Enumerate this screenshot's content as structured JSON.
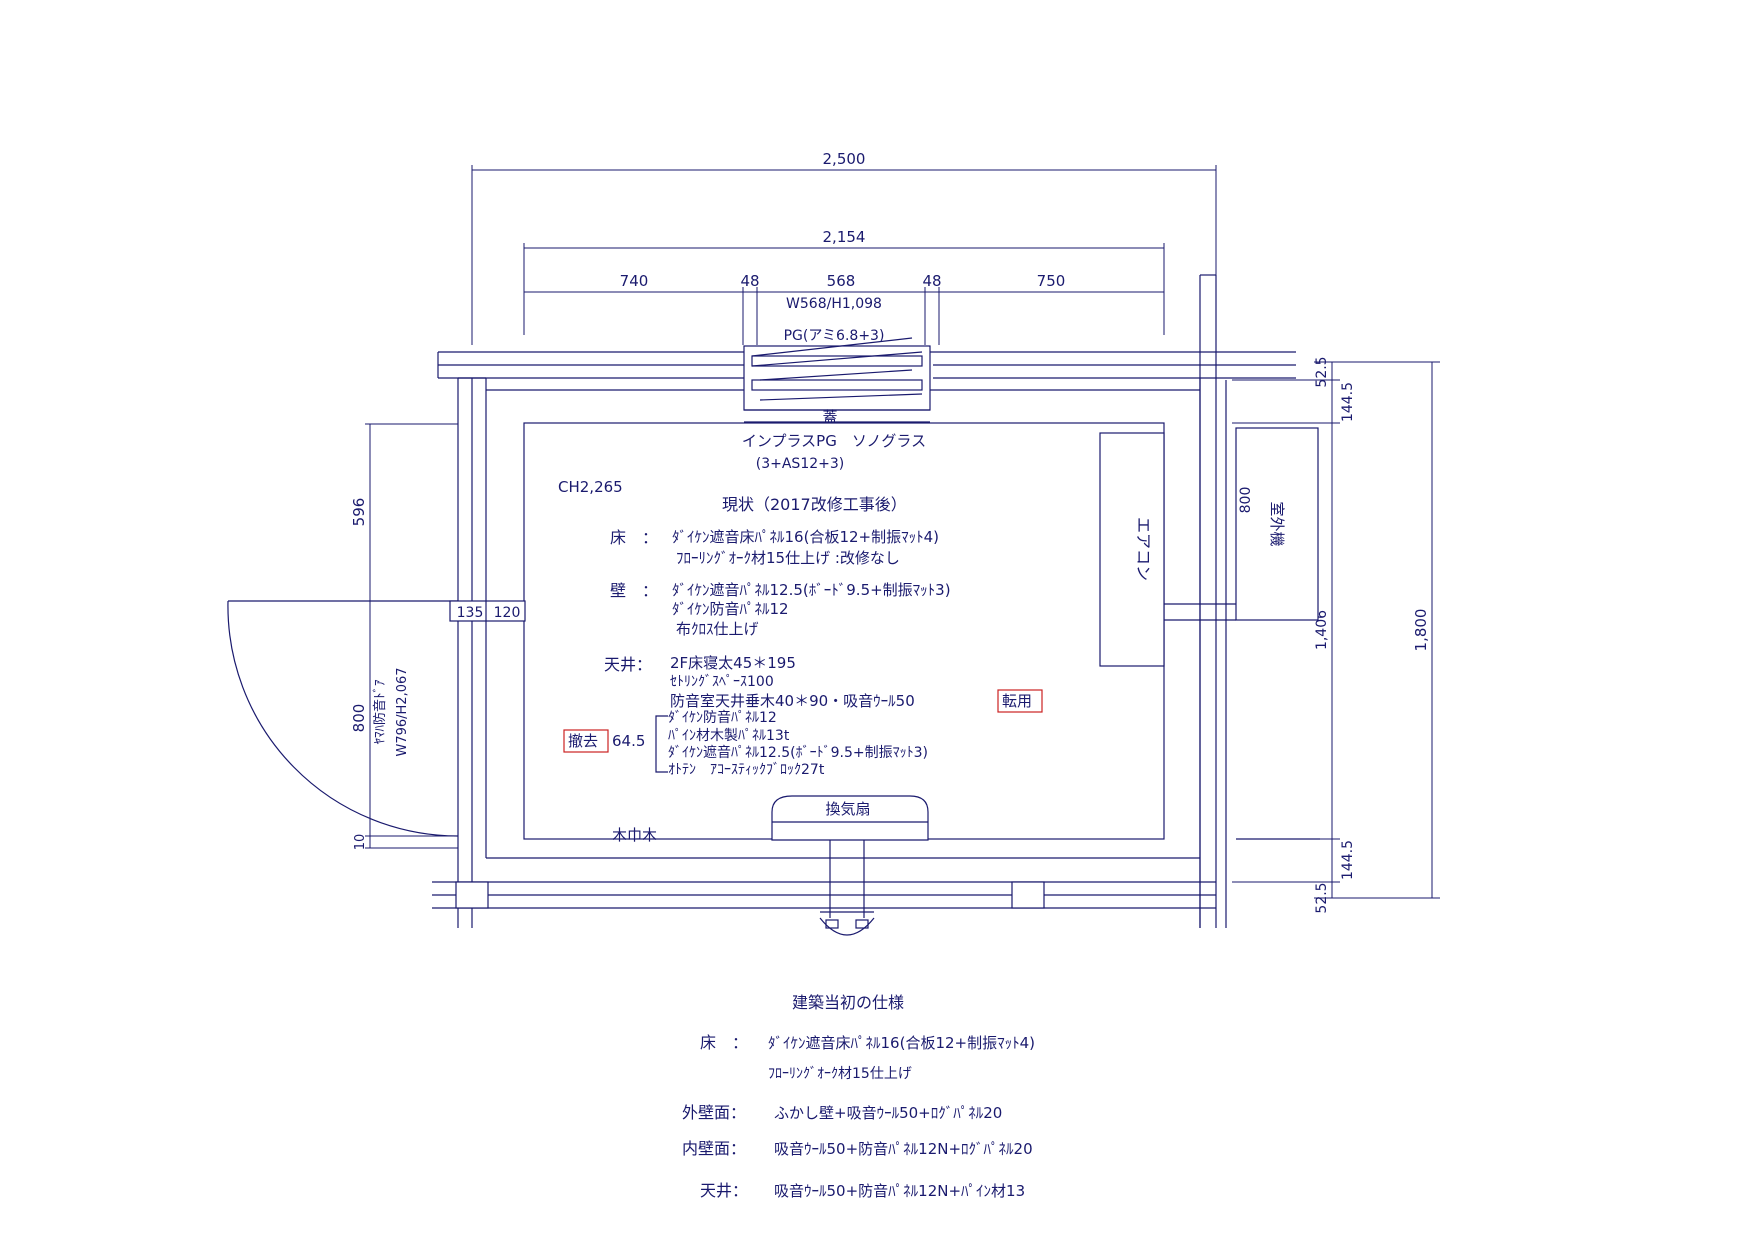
{
  "dimensions": {
    "total_width": "2,500",
    "inner_width": "2,154",
    "segments": [
      "740",
      "48",
      "568",
      "48",
      "750"
    ],
    "total_height": "1,800",
    "height_1406": "1,406",
    "top_52_5": "52.5",
    "top_144_5": "144.5",
    "bottom_144_5": "144.5",
    "bottom_52_5": "52.5",
    "left_596": "596",
    "left_800": "800",
    "left_10": "10",
    "wall_135": "135",
    "wall_120": "120",
    "outdoor_800": "800"
  },
  "window": {
    "size": "W568/H1,098",
    "glass": "PG(アミ6.8+3)",
    "lid": "蓋",
    "inner_name": "インプラスPG　ソノグラス",
    "inner_spec": "(3+AS12+3)"
  },
  "room": {
    "ceiling_height": "CH2,265",
    "status_title": "現状（2017改修工事後）",
    "floor_label": "床　：",
    "floor_line1": "ﾀﾞｲｹﾝ遮音床ﾊﾟﾈﾙ16(合板12+制振ﾏｯﾄ4)",
    "floor_line2": "ﾌﾛｰﾘﾝｸﾞｵｰｸ材15仕上げ :改修なし",
    "wall_label": "壁　：",
    "wall_line1": "ﾀﾞｲｹﾝ遮音ﾊﾟﾈﾙ12.5(ﾎﾞｰﾄﾞ9.5+制振ﾏｯﾄ3)",
    "wall_line2": "ﾀﾞｲｹﾝ防音ﾊﾟﾈﾙ12",
    "wall_line3": "布ｸﾛｽ仕上げ",
    "ceiling_label": "天井：",
    "ceiling_line1": "2F床寝太45＊195",
    "ceiling_line2": "ｾﾄﾘﾝｸﾞｽﾍﾟｰｽ100",
    "ceiling_line3": "防音室天井垂木40＊90・吸音ｳｰﾙ50",
    "reuse_tag": "転用",
    "removed_tag": "撤去",
    "removed_thickness": "64.5",
    "removed_line1": "ﾀﾞｲｹﾝ防音ﾊﾟﾈﾙ12",
    "removed_line2": "ﾊﾟｲﾝ材木製ﾊﾟﾈﾙ13t",
    "removed_line3": "ﾀﾞｲｹﾝ遮音ﾊﾟﾈﾙ12.5(ﾎﾞｰﾄﾞ9.5+制振ﾏｯﾄ3)",
    "removed_line4": "ｵﾄﾃﾝ　ｱｺｰｽﾃｨｯｸﾌﾞﾛｯｸ27t",
    "fan": "換気扇",
    "baseboard": "木巾木",
    "aircon": "エアコン",
    "outdoor_unit": "室外機",
    "door": "ﾔﾏﾊ防音ﾄﾞｱ",
    "door_size": "W796/H2,067"
  },
  "original_spec": {
    "title": "建築当初の仕様",
    "floor_label": "床　：",
    "floor_line1": "ﾀﾞｲｹﾝ遮音床ﾊﾟﾈﾙ16(合板12+制振ﾏｯﾄ4)",
    "floor_line2": "ﾌﾛｰﾘﾝｸﾞｵｰｸ材15仕上げ",
    "outer_wall_label": "外壁面：",
    "outer_wall": "ふかし壁+吸音ｳｰﾙ50+ﾛｸﾞﾊﾟﾈﾙ20",
    "inner_wall_label": "内壁面：",
    "inner_wall": "吸音ｳｰﾙ50+防音ﾊﾟﾈﾙ12N+ﾛｸﾞﾊﾟﾈﾙ20",
    "ceiling_label": "天井：",
    "ceiling": "吸音ｳｰﾙ50+防音ﾊﾟﾈﾙ12N+ﾊﾟｲﾝ材13"
  },
  "colors": {
    "line": "#1a1a6e",
    "highlight": "#cc2222"
  }
}
